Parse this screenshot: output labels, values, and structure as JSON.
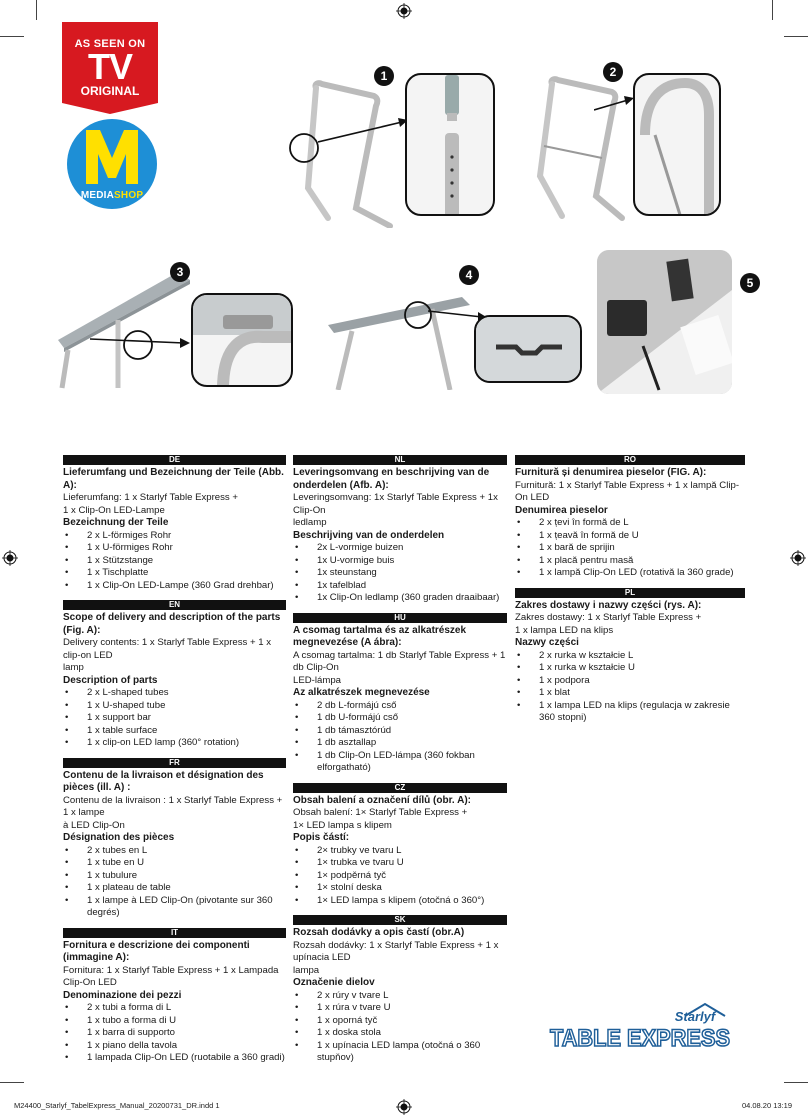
{
  "logo": {
    "as_seen_on": "AS SEEN ON",
    "tv": "TV",
    "original": "ORIGINAL",
    "media": "MEDIA",
    "shop": "SHOP",
    "m_letter": "M"
  },
  "figures": {
    "f1": "1",
    "f2": "2",
    "f3": "3",
    "f4": "4",
    "f5": "5"
  },
  "sections": {
    "de": {
      "code": "DE",
      "title": "Lieferumfang und Bezeichnung der Teile (Abb. A):",
      "delivery": [
        "Lieferumfang: 1 x Starlyf Table Express +",
        "1 x Clip-On LED-Lampe"
      ],
      "parts_title": "Bezeichnung der Teile",
      "items": [
        "2 x L-förmiges Rohr",
        "1 x U-förmiges Rohr",
        "1 x Stützstange",
        "1 x Tischplatte",
        "1 x Clip-On LED-Lampe (360 Grad drehbar)"
      ]
    },
    "en": {
      "code": "EN",
      "title": "Scope of delivery and description of the parts (Fig. A):",
      "delivery": [
        "Delivery contents: 1 x Starlyf Table Express + 1 x clip-on LED",
        "lamp"
      ],
      "parts_title": "Description of parts",
      "items": [
        "2 x L-shaped tubes",
        "1 x U-shaped tube",
        "1 x support bar",
        "1 x table surface",
        "1 x clip-on LED lamp (360° rotation)"
      ]
    },
    "fr": {
      "code": "FR",
      "title": "Contenu de la livraison et désignation des pièces (ill. A) :",
      "delivery": [
        "Contenu de la livraison : 1 x Starlyf Table Express + 1 x lampe",
        "à LED Clip-On"
      ],
      "parts_title": "Désignation des pièces",
      "items": [
        "2 x tubes en L",
        "1 x tube en U",
        "1 x tubulure",
        "1 x plateau de table",
        "1 x lampe à LED Clip-On (pivotante sur 360 degrés)"
      ]
    },
    "it": {
      "code": "IT",
      "title": "Fornitura e descrizione dei componenti (immagine A):",
      "delivery": [
        "Fornitura: 1 x Starlyf Table Express + 1 x Lampada Clip-On LED"
      ],
      "parts_title": "Denominazione dei pezzi",
      "items": [
        "2 x tubi a forma di L",
        "1 x tubo a forma di U",
        "1 x barra di supporto",
        "1 x piano della tavola",
        "1 lampada Clip-On LED (ruotabile a 360 gradi)"
      ]
    },
    "nl": {
      "code": "NL",
      "title": "Leveringsomvang en beschrijving van de onderdelen (Afb. A):",
      "delivery": [
        "Leveringsomvang: 1x Starlyf Table Express + 1x Clip-On",
        "ledlamp"
      ],
      "parts_title": "Beschrijving van de onderdelen",
      "items": [
        "2x L-vormige buizen",
        "1x U-vormige buis",
        "1x steunstang",
        "1x tafelblad",
        "1x Clip-On ledlamp (360 graden draaibaar)"
      ]
    },
    "hu": {
      "code": "HU",
      "title": "A csomag tartalma és az alkatrészek megnevezése (A ábra):",
      "delivery": [
        "A csomag tartalma: 1 db Starlyf Table Express + 1 db Clip-On",
        "LED-lámpa"
      ],
      "parts_title": "Az alkatrészek megnevezése",
      "items": [
        "2 db L-formájú cső",
        "1 db U-formájú cső",
        "1 db támasztórúd",
        "1 db asztallap",
        "1 db Clip-On LED-lámpa (360 fokban elforgatható)"
      ]
    },
    "cz": {
      "code": "CZ",
      "title": "Obsah balení a označení dílů (obr. A):",
      "delivery": [
        "Obsah balení: 1× Starlyf Table Express +",
        "1× LED lampa s klipem"
      ],
      "parts_title": "Popis částí:",
      "items": [
        "2× trubky ve tvaru L",
        "1× trubka ve tvaru U",
        "1× podpěrná tyč",
        "1× stolní deska",
        "1× LED lampa s klipem (otočná o 360°)"
      ]
    },
    "sk": {
      "code": "SK",
      "title": "Rozsah dodávky a opis častí (obr.A)",
      "delivery": [
        "Rozsah dodávky: 1 x Starlyf Table Express + 1 x upínacia LED",
        "lampa"
      ],
      "parts_title": "Označenie dielov",
      "items": [
        "2 x rúry v tvare L",
        "1 x rúra v tvare U",
        "1 x oporná tyč",
        "1 x doska stola",
        "1 x upínacia LED lampa (otočná o 360 stupňov)"
      ]
    },
    "ro": {
      "code": "RO",
      "title": "Furnitură și denumirea pieselor (FIG. A):",
      "delivery": [
        "Furnitură: 1 x Starlyf Table Express + 1 x lampă Clip-On LED"
      ],
      "parts_title": "Denumirea pieselor",
      "items": [
        "2 x țevi în formă de L",
        "1 x țeavă în formă de U",
        "1 x bară de sprijin",
        "1 x placă pentru masă",
        "1 x lampă Clip-On LED (rotativă la 360 grade)"
      ]
    },
    "pl": {
      "code": "PL",
      "title": "Zakres dostawy i nazwy części (rys. A):",
      "delivery": [
        "Zakres dostawy: 1 x Starlyf Table Express +",
        "1 x lampa LED na klips"
      ],
      "parts_title": "Nazwy części",
      "items": [
        "2 x rurka w kształcie L",
        "1 x rurka w kształcie U",
        "1 x podpora",
        "1 x blat",
        "1 x lampa LED na klips (regulacja w zakresie 360 stopni)"
      ]
    }
  },
  "brand": {
    "starlyf": "Starlyf",
    "table_express": "TABLE EXPRESS"
  },
  "footer": {
    "file": "M24400_Starlyf_TabelExpress_Manual_20200731_DR.indd   1",
    "date": "04.08.20   13:19"
  },
  "colors": {
    "tv_red": "#d71920",
    "m_blue": "#1e8fd6",
    "m_yellow": "#ffe000",
    "section_bar": "#111111"
  }
}
